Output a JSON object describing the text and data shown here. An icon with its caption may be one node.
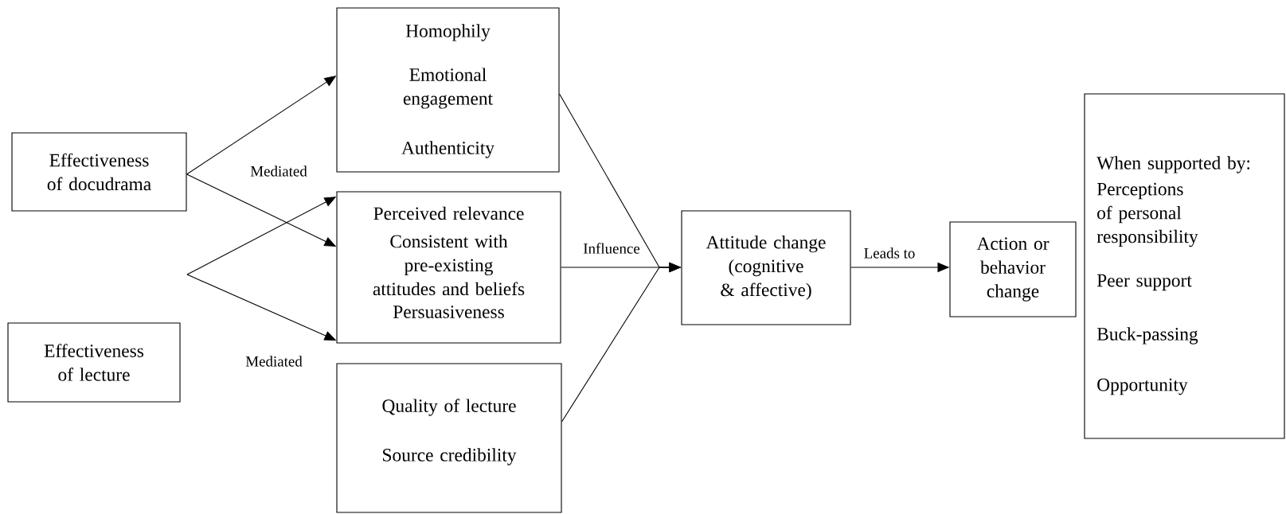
{
  "diagram": {
    "nodes": [
      {
        "text": [
          "Effectiveness of docudrama"
        ]
      },
      {
        "text": [
          "Effectiveness of lecture"
        ]
      },
      {
        "text": [
          "Homophily",
          "Emotional engagement",
          "Authenticity"
        ]
      },
      {
        "text": [
          "Perceived relevance",
          "Consistent with pre-existing attitudes and beliefs",
          "Persuasiveness"
        ]
      },
      {
        "text": [
          "Quality of lecture",
          "Source credibility"
        ]
      },
      {
        "text": [
          "Attitude change (cognitive & affective)"
        ]
      },
      {
        "text": [
          "Action or behavior change"
        ]
      },
      {
        "text": [
          "When supported by:",
          "Perceptions of personal responsibility",
          "Peer support",
          "Buck-passing",
          "Opportunity"
        ]
      }
    ],
    "edges": [
      {
        "from": 0,
        "to": 2,
        "arrow": "to"
      },
      {
        "from": 0,
        "to": 3,
        "arrow": "to"
      },
      {
        "from": null,
        "to": 3,
        "arrow": "to"
      },
      {
        "from": null,
        "to": 3,
        "arrow": "to"
      },
      {
        "from": 2,
        "to": 5,
        "arrow": "to"
      },
      {
        "from": 3,
        "to": 5,
        "arrow": "to",
        "label": "Influence"
      },
      {
        "from": 4,
        "to": 5,
        "arrow": "to"
      },
      {
        "from": 5,
        "to": 6,
        "arrow": "to",
        "label": "Leads to"
      }
    ],
    "labels": [
      "Mediated",
      "Mediated"
    ]
  }
}
